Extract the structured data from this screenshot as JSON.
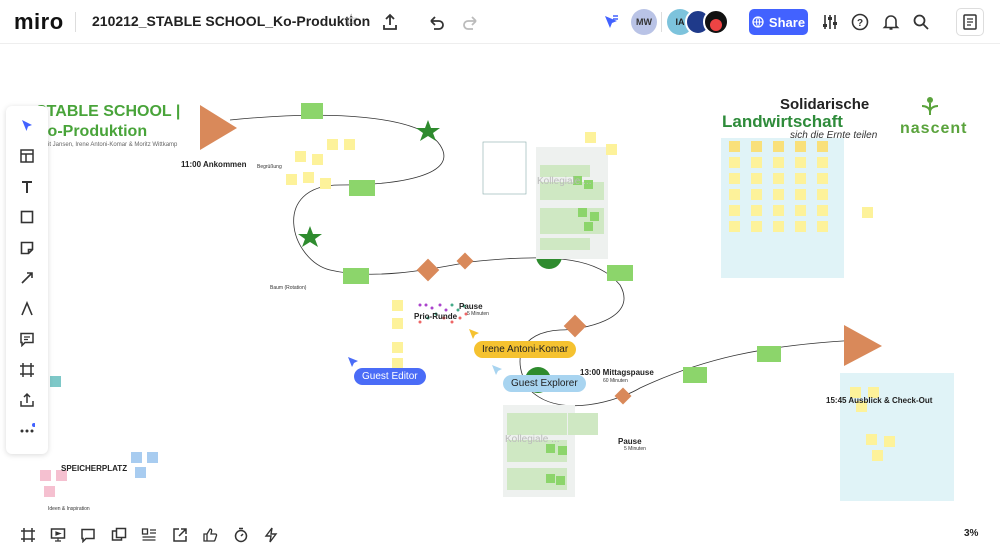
{
  "app": {
    "logo": "miro",
    "board_title": "210212_STABLE SCHOOL_Ko-Produktion",
    "star_icon": "star-icon"
  },
  "header": {
    "avatars": [
      {
        "initials": "MW",
        "color": "#b9c3e6"
      },
      {
        "initials": "IA",
        "color": "#7dc3dc"
      }
    ],
    "share_label": "Share",
    "accent_color": "#4262ff"
  },
  "board": {
    "title_line1": "STABLE SCHOOL |",
    "title_line2": "Ko-Produktion",
    "authors": "Gerrit Jansen, Irene Antoni-Komar & Moritz Wittkamp",
    "sponsor1_line1": "Solidarische",
    "sponsor1_line2": "Landwirtschaft",
    "sponsor1_tag": "sich die Ernte teilen",
    "sponsor2": "nascent",
    "labels": {
      "ankommen": "11:00 Ankommen",
      "begruessung": "Begrüßung",
      "kollegiale1": "Kollegiale ...",
      "prio_runde": "Prio-Runde",
      "pause1": "Pause",
      "pause1_time": "5 Minuten",
      "mittagspause": "13:00 Mittagspause",
      "mittagspause_time": "60 Minuten",
      "ausblick": "15:45 Ausblick & Check-Out",
      "kollegiale2": "Kollegiale ...",
      "pause2": "Pause",
      "pause2_time": "5 Minuten",
      "speicherplatz": "SPEICHERPLATZ",
      "baum": "Baum (Rotation)",
      "ideen": "Ideen & Inspiration"
    },
    "cursors": [
      {
        "name": "Guest Editor",
        "color": "#4a6cf7"
      },
      {
        "name": "Irene Antoni-Komar",
        "color": "#f5c230"
      },
      {
        "name": "Guest Explorer",
        "color": "#a8d4f0"
      }
    ]
  },
  "toolbar_left": [
    {
      "name": "select-tool-icon"
    },
    {
      "name": "templates-icon"
    },
    {
      "name": "text-tool-icon"
    },
    {
      "name": "shape-tool-icon"
    },
    {
      "name": "sticky-note-icon"
    },
    {
      "name": "connection-line-icon"
    },
    {
      "name": "pen-tool-icon"
    },
    {
      "name": "comment-icon"
    },
    {
      "name": "frame-icon"
    },
    {
      "name": "upload-icon"
    },
    {
      "name": "more-tools-icon"
    }
  ],
  "toolbar_bottom": [
    {
      "name": "frames-icon"
    },
    {
      "name": "presentation-icon"
    },
    {
      "name": "comments-icon"
    },
    {
      "name": "cards-icon"
    },
    {
      "name": "kanban-icon"
    },
    {
      "name": "share-screen-icon"
    },
    {
      "name": "voting-icon"
    },
    {
      "name": "timer-icon"
    },
    {
      "name": "integrations-icon"
    }
  ],
  "zoom": "3%"
}
